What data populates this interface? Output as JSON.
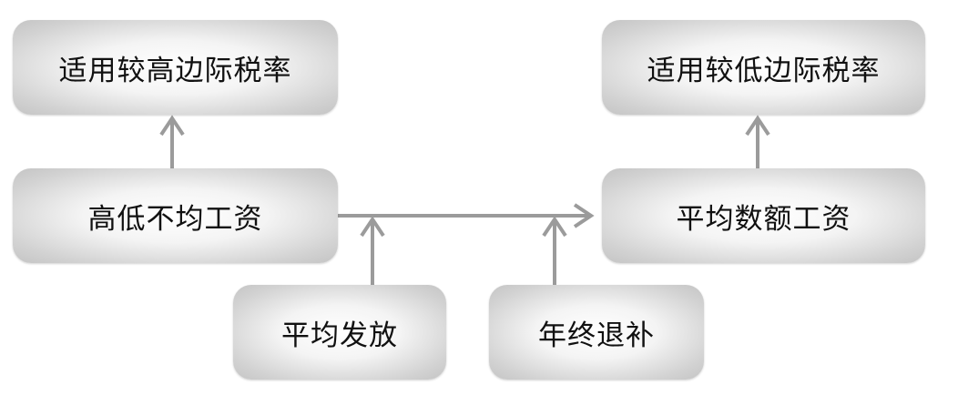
{
  "boxes": {
    "top_left": "适用较高边际税率",
    "top_right": "适用较低边际税率",
    "mid_left": "高低不均工资",
    "mid_right": "平均数额工资",
    "bottom_left": "平均发放",
    "bottom_right": "年终退补"
  },
  "colors": {
    "arrow": "#9b9b9b",
    "text": "#111111"
  }
}
